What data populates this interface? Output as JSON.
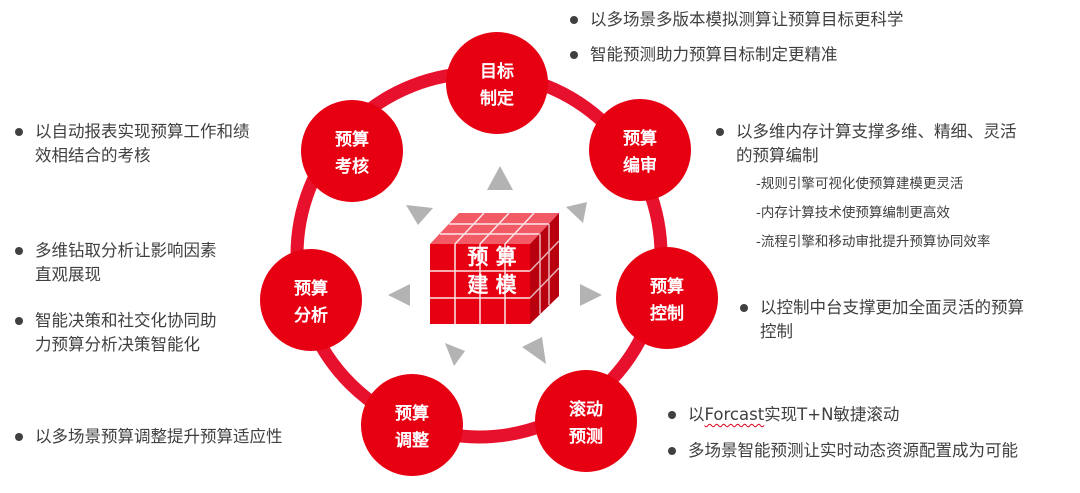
{
  "center": {
    "line1": "预 算",
    "line2": "建 模"
  },
  "nodes": {
    "target": {
      "l1": "目标",
      "l2": "制定"
    },
    "review": {
      "l1": "预算",
      "l2": "编审"
    },
    "control": {
      "l1": "预算",
      "l2": "控制"
    },
    "rolling": {
      "l1": "滚动",
      "l2": "预测"
    },
    "adjust": {
      "l1": "预算",
      "l2": "调整"
    },
    "analysis": {
      "l1": "预算",
      "l2": "分析"
    },
    "assess": {
      "l1": "预算",
      "l2": "考核"
    }
  },
  "texts": {
    "target": [
      "以多场景多版本模拟测算让预算目标更科学",
      "智能预测助力预算目标制定更精准"
    ],
    "review_main": [
      "以多维内存计算支撑多维、精细、灵活",
      "的预算编制"
    ],
    "review_sub": [
      "-规则引擎可视化使预算建模更灵活",
      "-内存计算技术使预算编制更高效",
      "-流程引擎和移动审批提升预算协同效率"
    ],
    "control": [
      "以控制中台支撑更加全面灵活的预算",
      "控制"
    ],
    "rolling_1_prefix": "以",
    "rolling_1_word": "Forcast",
    "rolling_1_suffix": "实现T+N敏捷滚动",
    "rolling_2": "多场景智能预测让实时动态资源配置成为可能",
    "assess": [
      "以自动报表实现预算工作和绩",
      "效相结合的考核"
    ],
    "analysis_1": [
      "多维钻取分析让影响因素",
      "直观展现"
    ],
    "analysis_2": [
      "智能决策和社交化协同助",
      "力预算分析决策智能化"
    ],
    "adjust": "以多场景预算调整提升预算适应性"
  },
  "colors": {
    "primary_red": "#e60012",
    "ring": "#e8112d",
    "arrow_gray": "#b3b3b3",
    "text": "#404040"
  }
}
